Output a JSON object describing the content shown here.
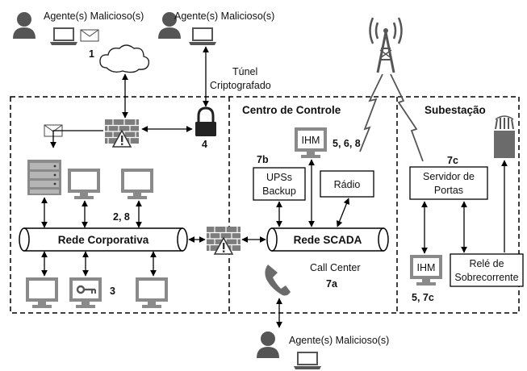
{
  "actors": {
    "top_left": "Agente(s) Malicioso(s)",
    "top_right": "Agente(s) Malicioso(s)",
    "bottom": "Agente(s) Malicioso(s)"
  },
  "labels": {
    "step_1": "1",
    "tunnel_line1": "Túnel",
    "tunnel_line2": "Criptografado",
    "step_4": "4",
    "step_2_8": "2, 8",
    "step_3": "3",
    "step_7b": "7b",
    "step_5_6_8": "5, 6, 8",
    "step_7c_top": "7c",
    "step_5_7c": "5, 7c",
    "step_7a": "7a"
  },
  "zones": {
    "control_center": "Centro de Controle",
    "substation": "Subestação"
  },
  "networks": {
    "corporate": "Rede Corporativa",
    "scada": "Rede SCADA"
  },
  "devices": {
    "ihm_control": "IHM",
    "ups_line1": "UPSs",
    "ups_line2": "Backup",
    "radio": "Rádio",
    "call_center": "Call Center",
    "port_server_line1": "Servidor de",
    "port_server_line2": "Portas",
    "ihm_substation": "IHM",
    "relay_line1": "Relé de",
    "relay_line2": "Sobrecorrente"
  }
}
